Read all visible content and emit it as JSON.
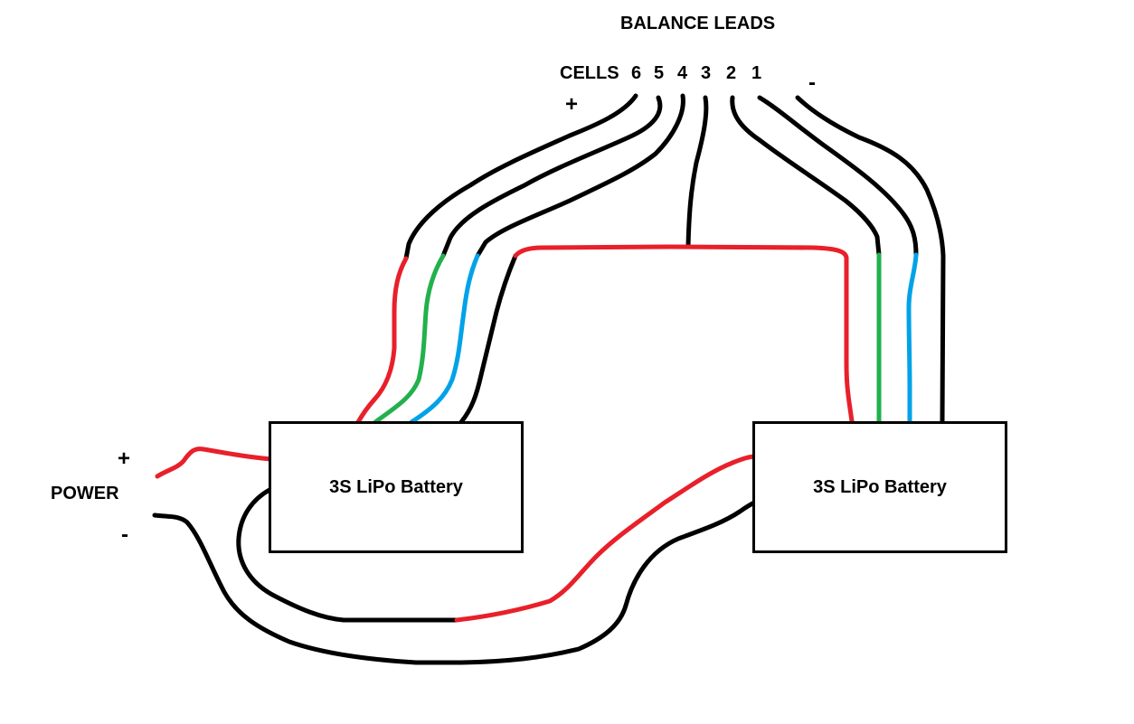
{
  "title": "BALANCE LEADS",
  "cells_label": "CELLS",
  "cell_numbers": [
    "6",
    "5",
    "4",
    "3",
    "2",
    "1"
  ],
  "balance_plus": "+",
  "balance_minus": "-",
  "power": {
    "label": "POWER",
    "plus": "+",
    "minus": "-"
  },
  "batteries": [
    {
      "label": "3S LiPo Battery"
    },
    {
      "label": "3S LiPo Battery"
    }
  ],
  "colors": {
    "red": "#e8202a",
    "green": "#22b14c",
    "blue": "#00a2e8",
    "black": "#000000"
  }
}
